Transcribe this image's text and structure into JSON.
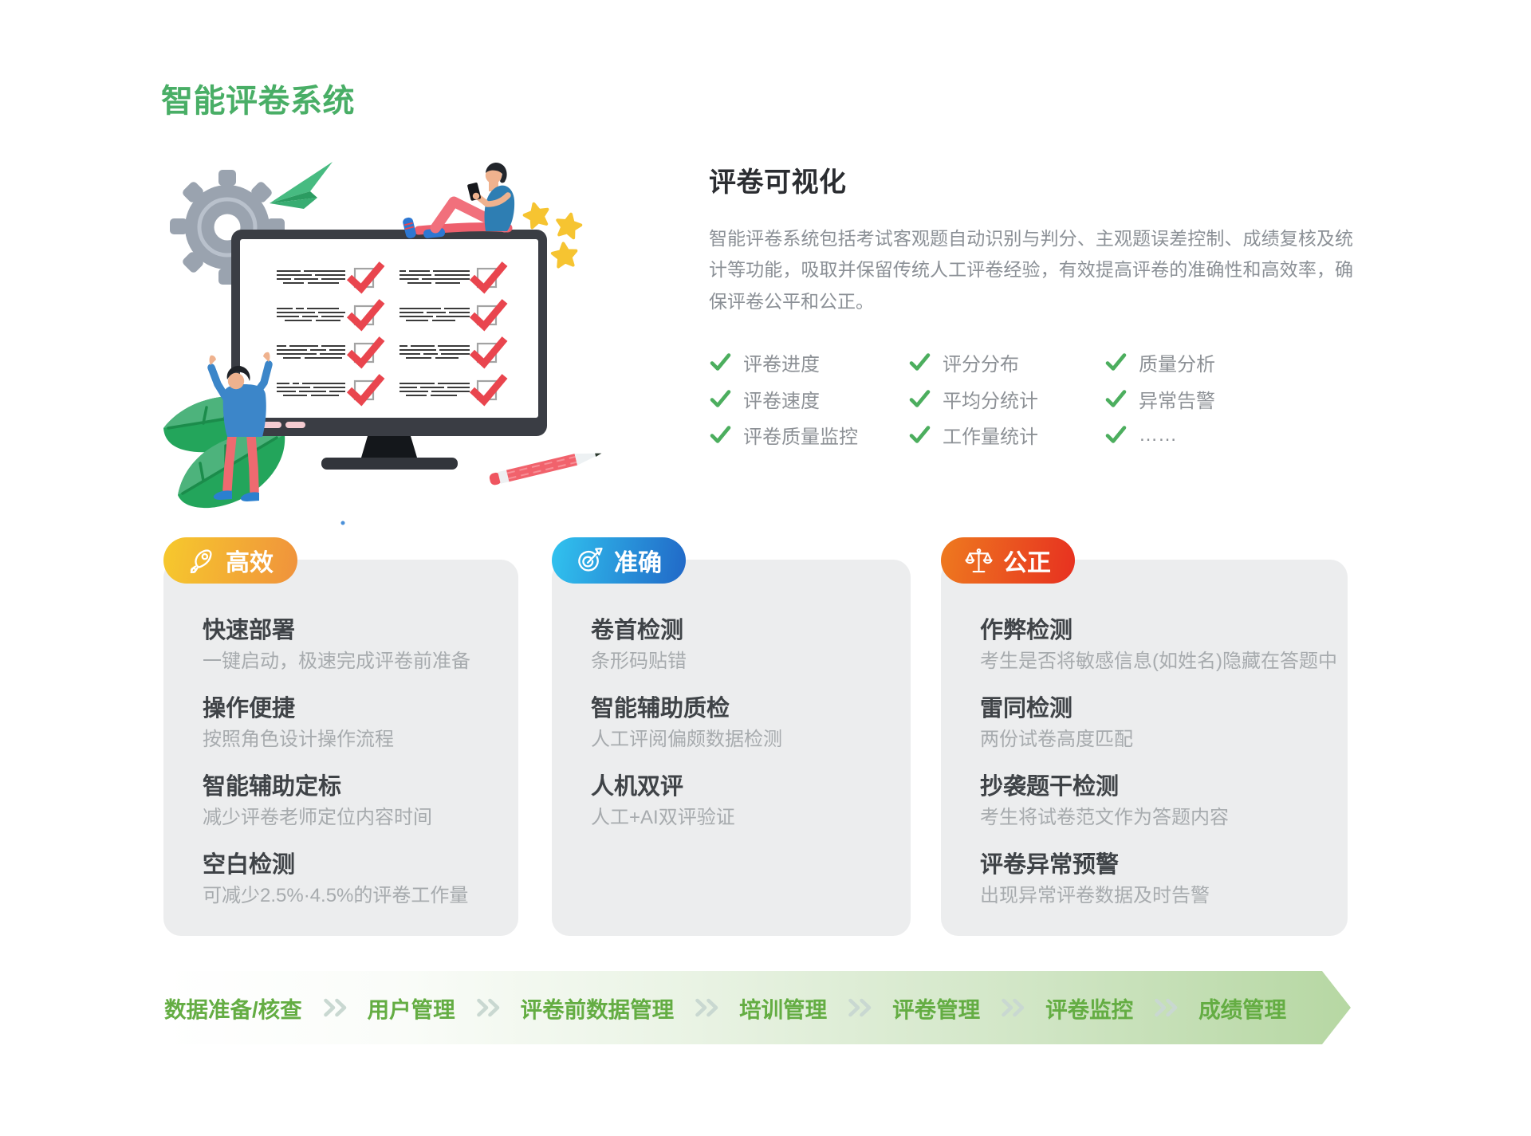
{
  "page": {
    "title": "智能评卷系统",
    "background_color": "#ffffff",
    "title_color": "#49ae66"
  },
  "hero": {
    "heading": "评卷可视化",
    "paragraph": "智能评卷系统包括考试客观题自动识别与判分、主观题误差控制、成绩复核及统计等功能，吸取并保留传统人工评卷经验，有效提高评卷的准确性和高效率，确保评卷公平和公正。",
    "features": [
      "评卷进度",
      "评分分布",
      "质量分析",
      "评卷速度",
      "平均分统计",
      "异常告警",
      "评卷质量监控",
      "工作量统计",
      "……"
    ],
    "check_color": "#4cae5e",
    "illustration": {
      "description": "monitor with checked exam checklist, gear, paper plane, stars, leaves, pencil, person reading on top of screen, cheering person below",
      "icons": [
        "gear-icon",
        "paper-plane-icon",
        "monitor-icon",
        "checklist-check-icon",
        "star-icon",
        "leaf-icon",
        "pencil-icon",
        "person-sitting-figure",
        "person-cheering-figure"
      ],
      "colors": {
        "monitor_frame": "#3a3d44",
        "check_red": "#e9454e",
        "gear_gray": "#9aa3af",
        "leaf_green": "#23a55b",
        "star_gold": "#f6c431",
        "pencil_red": "#f05b64",
        "shirt_blue": "#2e7eb3",
        "pants_red": "#f1707c"
      }
    }
  },
  "cards": [
    {
      "badge": "高效",
      "badge_icon": "rocket-icon",
      "badge_gradient": [
        "#f6c92d",
        "#f0923c"
      ],
      "items": [
        {
          "title": "快速部署",
          "desc": "一键启动，极速完成评卷前准备"
        },
        {
          "title": "操作便捷",
          "desc": "按照角色设计操作流程"
        },
        {
          "title": "智能辅助定标",
          "desc": "减少评卷老师定位内容时间"
        },
        {
          "title": "空白检测",
          "desc": "可减少2.5%·4.5%的评卷工作量"
        }
      ]
    },
    {
      "badge": "准确",
      "badge_icon": "target-icon",
      "badge_gradient": [
        "#31c3ef",
        "#2168c7"
      ],
      "items": [
        {
          "title": "卷首检测",
          "desc": "条形码贴错"
        },
        {
          "title": "智能辅助质检",
          "desc": "人工评阅偏颇数据检测"
        },
        {
          "title": "人机双评",
          "desc": "人工+AI双评验证"
        }
      ]
    },
    {
      "badge": "公正",
      "badge_icon": "scales-icon",
      "badge_gradient": [
        "#ee7a1f",
        "#e73020"
      ],
      "items": [
        {
          "title": "作弊检测",
          "desc": "考生是否将敏感信息(如姓名)隐藏在答题中"
        },
        {
          "title": "雷同检测",
          "desc": "两份试卷高度匹配"
        },
        {
          "title": "抄袭题干检测",
          "desc": "考生将试卷范文作为答题内容"
        },
        {
          "title": "评卷异常预警",
          "desc": "出现异常评卷数据及时告警"
        }
      ]
    }
  ],
  "flow": {
    "steps": [
      "数据准备/核查",
      "用户管理",
      "评卷前数据管理",
      "培训管理",
      "评卷管理",
      "评卷监控",
      "成绩管理"
    ],
    "separator_icon": "chevron-double-right-icon",
    "text_color": "#64ad43",
    "separator_color": "#c9d8d1",
    "band_end_color": "#b4d6a1"
  }
}
